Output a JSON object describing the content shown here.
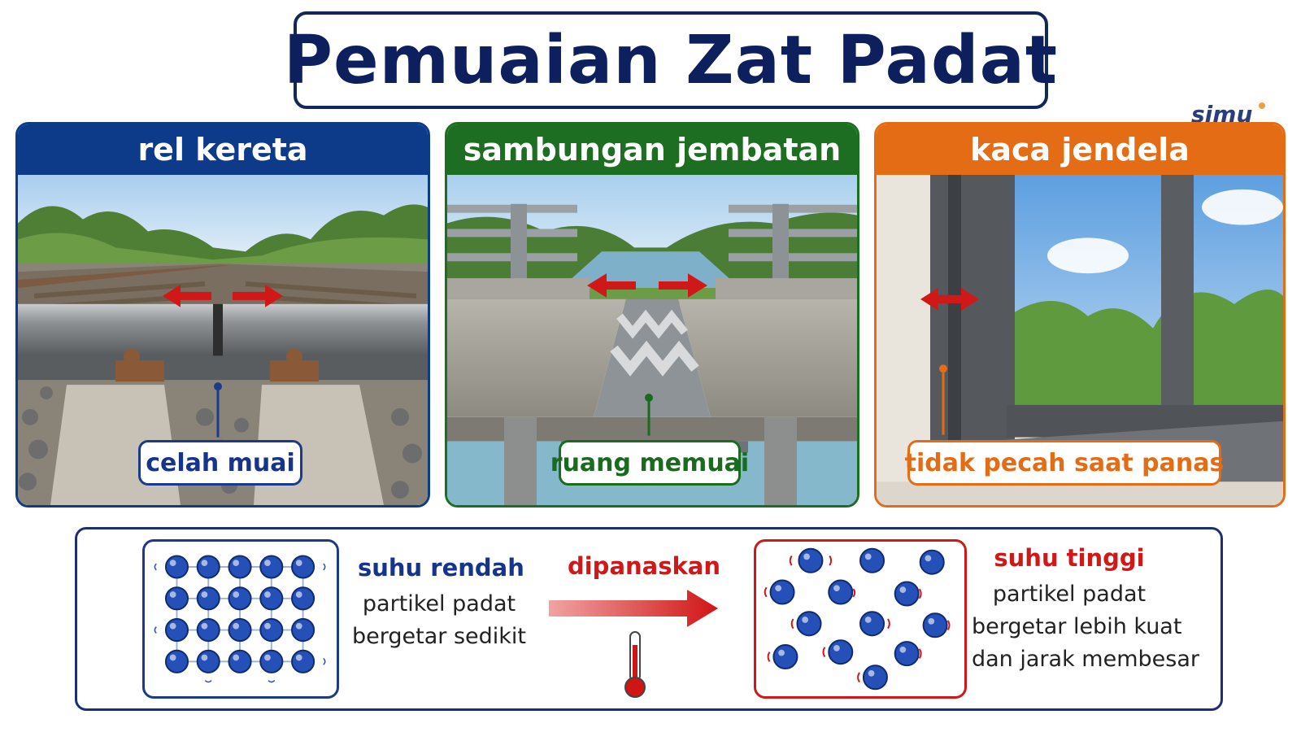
{
  "title": "Pemuaian Zat Padat",
  "logo": "simu",
  "panels": [
    {
      "heading": "rel kereta",
      "tag": "celah muai",
      "color": "#0e3a8a",
      "tag_color": "#1d3a8a"
    },
    {
      "heading": "sambungan jembatan",
      "tag": "ruang memuai",
      "color": "#1d6e22",
      "tag_color": "#1a6a1f"
    },
    {
      "heading": "kaca jendela",
      "tag": "tidak pecah saat panas",
      "color": "#e36c14",
      "tag_color": "#e36c14"
    }
  ],
  "bottom": {
    "cold": {
      "heading": "suhu rendah",
      "line1": "partikel padat",
      "line2": "bergetar sedikit"
    },
    "process": {
      "label": "dipanaskan"
    },
    "hot": {
      "heading": "suhu tinggi",
      "line1": "partikel padat",
      "line2": "bergetar lebih kuat",
      "line3": "dan jarak membesar"
    }
  },
  "colors": {
    "title_border": "#13275a",
    "arrow": "#d01515",
    "particle": "#2450b8"
  },
  "icons": [
    "double-arrow-icon",
    "thermometer-icon",
    "heat-arrow-icon"
  ]
}
